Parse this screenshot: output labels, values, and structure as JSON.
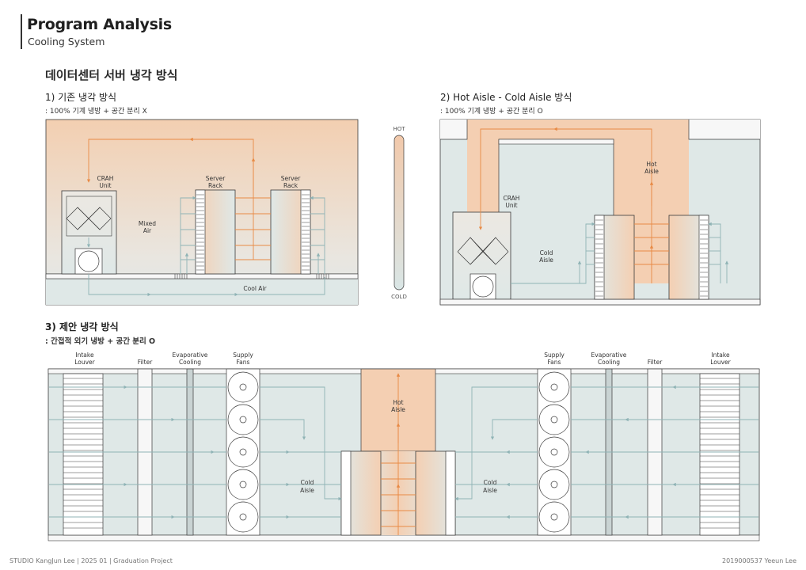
{
  "header": {
    "title": "Program Analysis",
    "subtitle": "Cooling System"
  },
  "section_title": "데이터센터 서버 냉각 방식",
  "diagram1": {
    "heading": "1) 기존 냉각 방식",
    "note": ": 100% 기계 냉방 + 공간 분리 X",
    "labels": {
      "crah": [
        "CRAH",
        "Unit"
      ],
      "mixed_air": [
        "Mixed",
        "Air"
      ],
      "server_rack_1": [
        "Server",
        "Rack"
      ],
      "server_rack_2": [
        "Server",
        "Rack"
      ],
      "cool_air": "Cool Air"
    }
  },
  "temperature_legend": {
    "hot": "HOT",
    "cold": "COLD",
    "hot_color": "#f2c9ab",
    "cold_color": "#d9e6e6"
  },
  "diagram2": {
    "heading": "2) Hot Aisle - Cold Aisle 방식",
    "note": ": 100% 기계 냉방 + 공간 분리 O",
    "labels": {
      "crah": [
        "CRAH",
        "Unit"
      ],
      "hot_aisle": [
        "Hot",
        "Aisle"
      ],
      "cold_aisle": [
        "Cold",
        "Aisle"
      ]
    }
  },
  "diagram3": {
    "heading": "3) 제안 냉각 방식",
    "note": ": 간접적 외기 냉방 + 공간 분리 O",
    "top_labels_left": [
      [
        "Intake",
        "Louver"
      ],
      [
        "Filter"
      ],
      [
        "Evaporative",
        "Cooling"
      ],
      [
        "Supply",
        "Fans"
      ]
    ],
    "top_labels_right": [
      [
        "Supply",
        "Fans"
      ],
      [
        "Evaporative",
        "Cooling"
      ],
      [
        "Filter"
      ],
      [
        "Intake",
        "Louver"
      ]
    ],
    "labels": {
      "hot_aisle": [
        "Hot",
        "Aisle"
      ],
      "cold_aisle_left": [
        "Cold",
        "Aisle"
      ],
      "cold_aisle_right": [
        "Cold",
        "Aisle"
      ]
    }
  },
  "colors": {
    "hot_arrow": "#e88a45",
    "cold_arrow": "#8fb3b5",
    "line": "#3a3a3a"
  },
  "footer": {
    "left": "STUDIO KangJun Lee | 2025 01 | Graduation Project",
    "right": "2019000537 Yeeun Lee"
  }
}
